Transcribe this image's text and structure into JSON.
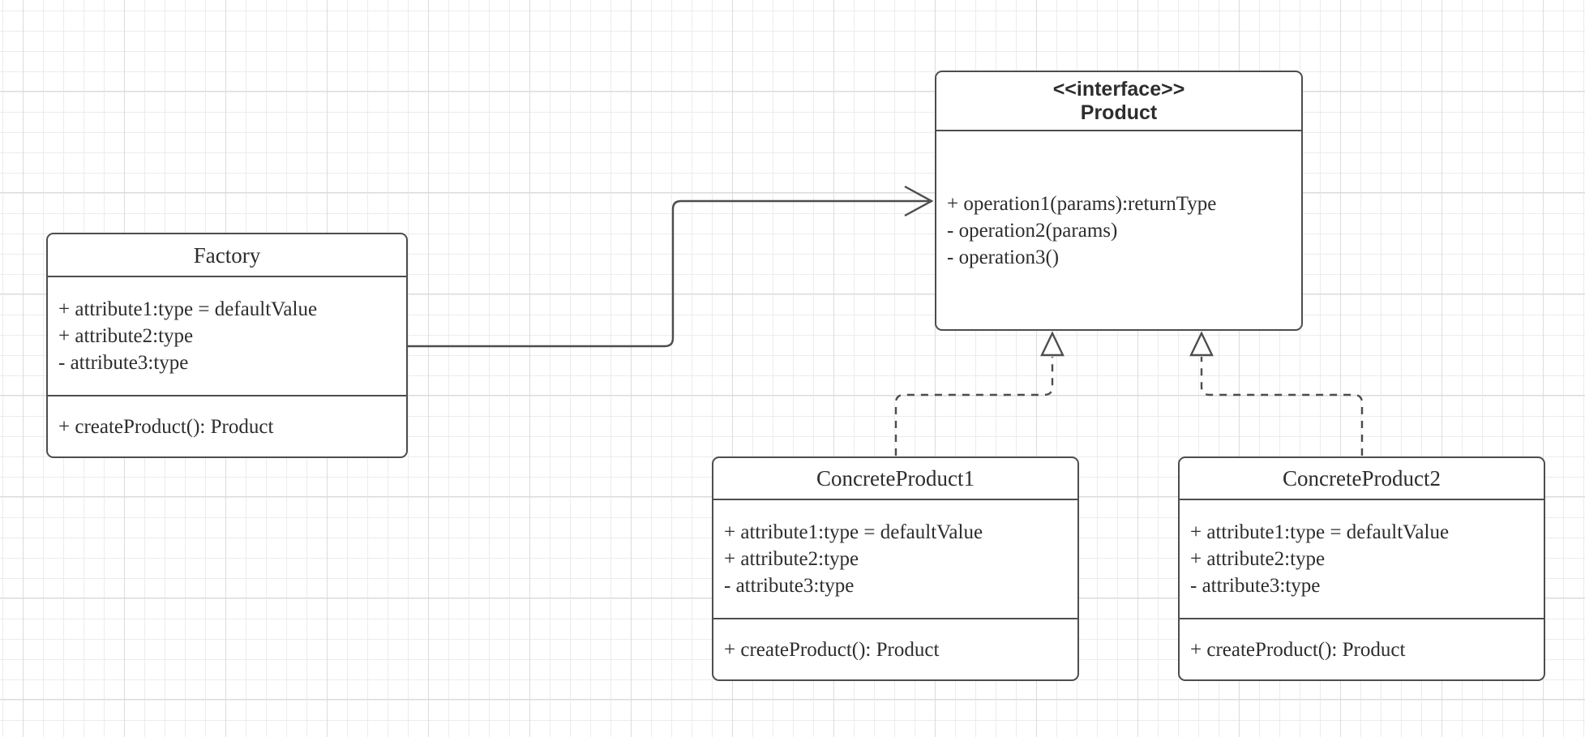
{
  "diagram": {
    "type": "uml-class-diagram",
    "pattern": "Factory",
    "colors": {
      "stroke": "#4d4d4d",
      "shape_fill": "#ffffff",
      "text": "#2d2d2d",
      "canvas": "#ffffff",
      "grid_minor": "#ececec",
      "grid_major": "#dcdcdc"
    },
    "classes": {
      "factory": {
        "title": "Factory",
        "attributes": [
          "+ attribute1:type = defaultValue",
          "+ attribute2:type",
          "- attribute3:type"
        ],
        "methods": [
          "+ createProduct(): Product"
        ]
      },
      "product": {
        "stereotype": "<<interface>>",
        "title": "Product",
        "operations": [
          "+ operation1(params):returnType",
          "- operation2(params)",
          "- operation3()"
        ]
      },
      "concreteProduct1": {
        "title": "ConcreteProduct1",
        "attributes": [
          "+ attribute1:type = defaultValue",
          "+ attribute2:type",
          "- attribute3:type"
        ],
        "methods": [
          "+ createProduct(): Product"
        ]
      },
      "concreteProduct2": {
        "title": "ConcreteProduct2",
        "attributes": [
          "+ attribute1:type = defaultValue",
          "+ attribute2:type",
          "- attribute3:type"
        ],
        "methods": [
          "+ createProduct(): Product"
        ]
      }
    },
    "relationships": [
      {
        "from": "Factory",
        "to": "Product",
        "type": "directed-association",
        "line": "solid",
        "arrow": "open"
      },
      {
        "from": "ConcreteProduct1",
        "to": "Product",
        "type": "realization",
        "line": "dashed",
        "arrow": "hollow-triangle"
      },
      {
        "from": "ConcreteProduct2",
        "to": "Product",
        "type": "realization",
        "line": "dashed",
        "arrow": "hollow-triangle"
      }
    ]
  }
}
